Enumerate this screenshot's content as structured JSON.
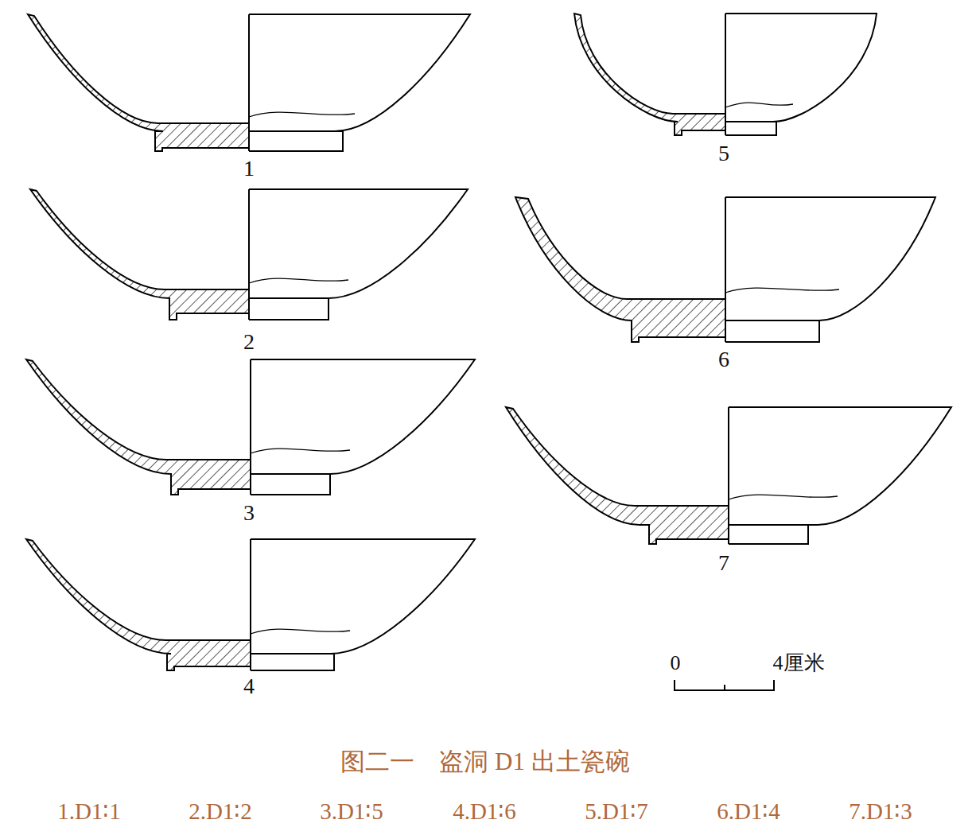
{
  "diagram": {
    "caption": "图二一　盗洞 D1 出土瓷碗",
    "labels": [
      "1",
      "2",
      "3",
      "4",
      "5",
      "6",
      "7",
      "0",
      "4厘米",
      "1.D1∶1",
      "2.D1∶2",
      "3.D1∶5",
      "4.D1∶6",
      "5.D1∶7",
      "6.D1∶4",
      "7.D1∶3"
    ]
  }
}
